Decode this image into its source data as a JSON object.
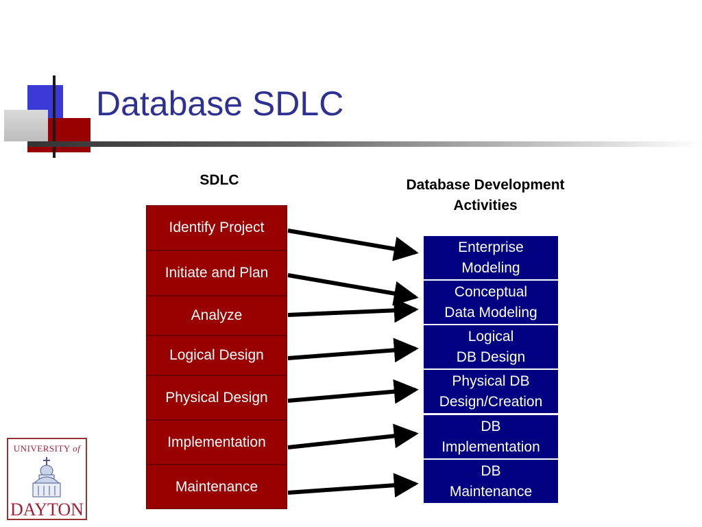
{
  "slide": {
    "title": "Database SDLC"
  },
  "sdlc_heading": "SDLC",
  "db_heading": "Database Development\nActivities",
  "sdlc_steps": [
    "Identify Project",
    "Initiate and Plan",
    "Analyze",
    "Logical Design",
    "Physical Design",
    "Implementation",
    "Maintenance"
  ],
  "db_activities": [
    "Enterprise\nModeling",
    "Conceptual\nData Modeling",
    "Logical\nDB Design",
    "Physical DB\nDesign/Creation",
    "DB\nImplementation",
    "DB\nMaintenance"
  ],
  "mapping": [
    [
      0,
      0
    ],
    [
      1,
      1
    ],
    [
      2,
      1
    ],
    [
      3,
      2
    ],
    [
      4,
      3
    ],
    [
      5,
      4
    ],
    [
      6,
      5
    ]
  ],
  "logo": {
    "top": "UNIVERSITY",
    "of": "of",
    "bottom": "DAYTON"
  },
  "colors": {
    "title": "#2e3192",
    "sdlc_box": "#990000",
    "db_box": "#000080",
    "deco_blue": "#3333cc",
    "deco_red": "#990000"
  }
}
